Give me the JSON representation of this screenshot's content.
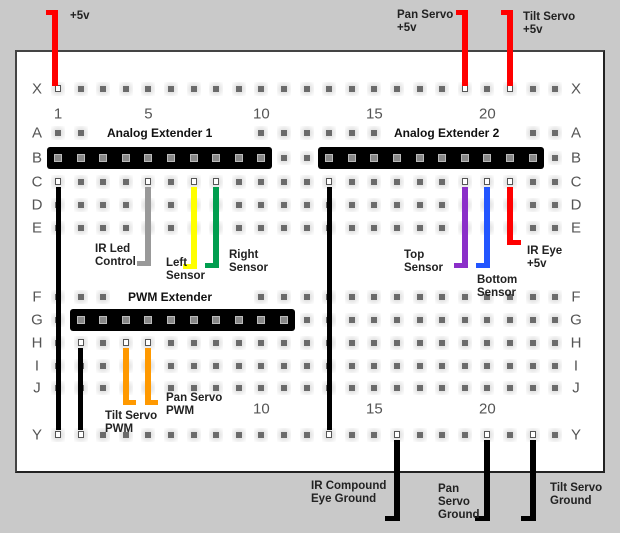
{
  "diagram": {
    "type": "breadboard-wiring",
    "columns": 23,
    "rows_top": [
      "X",
      "A",
      "B",
      "C",
      "D",
      "E"
    ],
    "rows_bottom": [
      "F",
      "G",
      "H",
      "I",
      "J",
      "Y"
    ],
    "column_numbers": [
      {
        "col": 1,
        "label": "1"
      },
      {
        "col": 5,
        "label": "5"
      },
      {
        "col": 10,
        "label": "10"
      },
      {
        "col": 15,
        "label": "15"
      },
      {
        "col": 20,
        "label": "20"
      }
    ],
    "headers": [
      {
        "name": "Analog Extender 1",
        "row": "B",
        "from": 1,
        "to": 10
      },
      {
        "name": "Analog Extender 2",
        "row": "B",
        "from": 13,
        "to": 22
      },
      {
        "name": "PWM Extender",
        "row": "G",
        "from": 2,
        "to": 11
      }
    ],
    "labels": {
      "plus5v": "+5v",
      "pan_servo_5v": "Pan Servo\n+5v",
      "tilt_servo_5v": "Tilt Servo\n+5v",
      "ir_led_control": "IR Led\nControl",
      "left_sensor": "Left\nSensor",
      "right_sensor": "Right\nSensor",
      "top_sensor": "Top\nSensor",
      "bottom_sensor": "Bottom\nSensor",
      "ir_eye_5v": "IR Eye\n+5v",
      "tilt_servo_pwm": "Tilt Servo\nPWM",
      "pan_servo_pwm": "Pan Servo\nPWM",
      "ir_compound_eye_ground": "IR Compound\nEye Ground",
      "pan_servo_ground": "Pan\nServo\nGround",
      "tilt_servo_ground": "Tilt Servo\nGround",
      "analog_extender_1": "Analog Extender 1",
      "analog_extender_2": "Analog Extender 2",
      "pwm_extender": "PWM Extender"
    },
    "wires": [
      {
        "name": "+5v",
        "color": "#ff0000",
        "col": 1,
        "row": "X",
        "direction": "up"
      },
      {
        "name": "Pan Servo +5v",
        "color": "#ff0000",
        "col": 19,
        "row": "X",
        "direction": "up"
      },
      {
        "name": "Tilt Servo +5v",
        "color": "#ff0000",
        "col": 21,
        "row": "X",
        "direction": "up"
      },
      {
        "name": "Ground rail left",
        "color": "#000000",
        "col": 1,
        "from": "C",
        "to": "Y"
      },
      {
        "name": "IR Led Control",
        "color": "#999999",
        "col": 5,
        "row": "C"
      },
      {
        "name": "Left Sensor",
        "color": "#ffff00",
        "col": 7,
        "row": "C"
      },
      {
        "name": "Right Sensor",
        "color": "#009e4f",
        "col": 8,
        "row": "C"
      },
      {
        "name": "Ground rail middle",
        "color": "#000000",
        "col": 13,
        "from": "C",
        "to": "Y"
      },
      {
        "name": "Top Sensor",
        "color": "#8b2fc9",
        "col": 19,
        "row": "C"
      },
      {
        "name": "Bottom Sensor",
        "color": "#2255ff",
        "col": 20,
        "row": "C"
      },
      {
        "name": "IR Eye +5v",
        "color": "#ff0000",
        "col": 21,
        "row": "C"
      },
      {
        "name": "PWM ground",
        "color": "#000000",
        "col": 2,
        "from": "H",
        "to": "Y"
      },
      {
        "name": "Tilt Servo PWM",
        "color": "#ff9900",
        "col": 4,
        "row": "H"
      },
      {
        "name": "Pan Servo PWM",
        "color": "#ff9900",
        "col": 5,
        "row": "H"
      },
      {
        "name": "IR Compound Eye Ground",
        "color": "#000000",
        "col": 16,
        "row": "Y",
        "direction": "down"
      },
      {
        "name": "Pan Servo Ground",
        "color": "#000000",
        "col": 20,
        "row": "Y",
        "direction": "down"
      },
      {
        "name": "Tilt Servo Ground",
        "color": "#000000",
        "col": 22,
        "row": "Y",
        "direction": "down"
      }
    ]
  }
}
